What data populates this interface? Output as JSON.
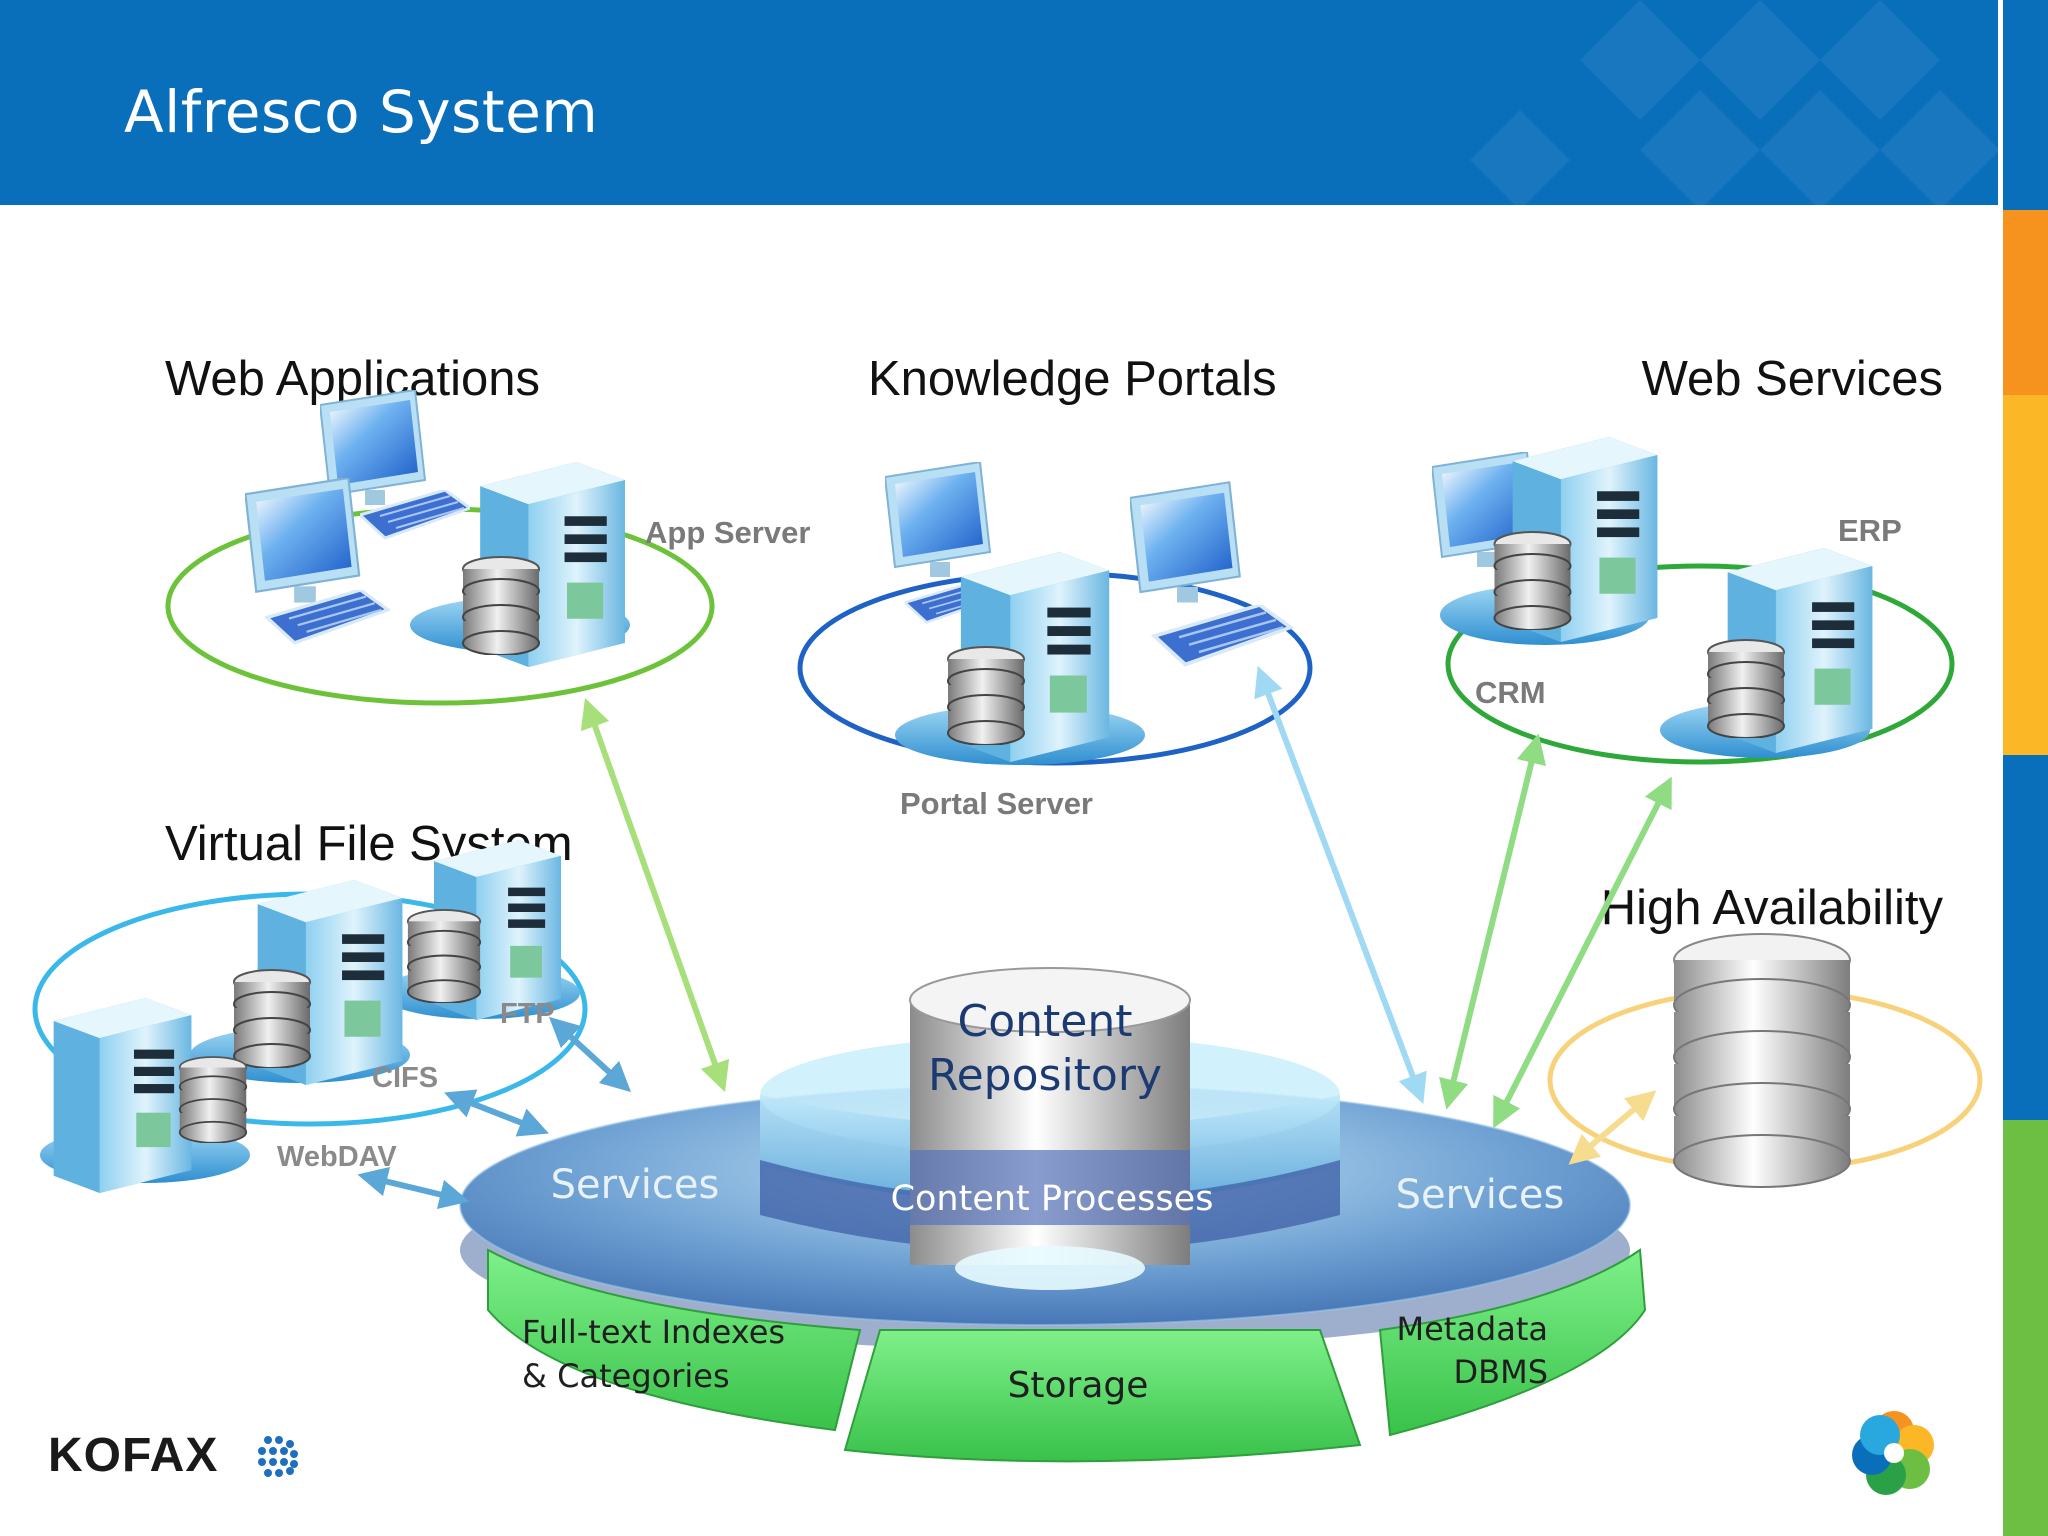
{
  "slide": {
    "title": "Alfresco System"
  },
  "colors": {
    "header_blue": "#0a6fba",
    "stripe_orange": "#f6921e",
    "stripe_yellow": "#fbb726",
    "stripe_blue": "#0a6fba",
    "stripe_green": "#6dbf44",
    "ring_green": "#6cc33a",
    "ring_blue": "#1d62c4",
    "ring_cyan": "#3ab8ea",
    "ring_yellow": "#f8d27a",
    "storage_green": "#55d860"
  },
  "groups": {
    "web_applications": "Web Applications",
    "knowledge_portals": "Knowledge Portals",
    "web_services": "Web Services",
    "virtual_file_system": "Virtual File System",
    "high_availability": "High Availability"
  },
  "labels": {
    "app_server": "App Server",
    "portal_server": "Portal Server",
    "erp": "ERP",
    "crm": "CRM",
    "ftp": "FTP",
    "cifs": "CIFS",
    "webdav": "WebDAV"
  },
  "repository": {
    "content_line1": "Content",
    "content_line2": "Repository",
    "processes": "Content Processes",
    "services_left": "Services",
    "services_right": "Services",
    "fulltext_line1": "Full-text Indexes",
    "fulltext_line2": "& Categories",
    "storage": "Storage",
    "metadata_line1": "Metadata",
    "metadata_line2": "DBMS"
  },
  "logos": {
    "kofax": "KOFAX"
  }
}
